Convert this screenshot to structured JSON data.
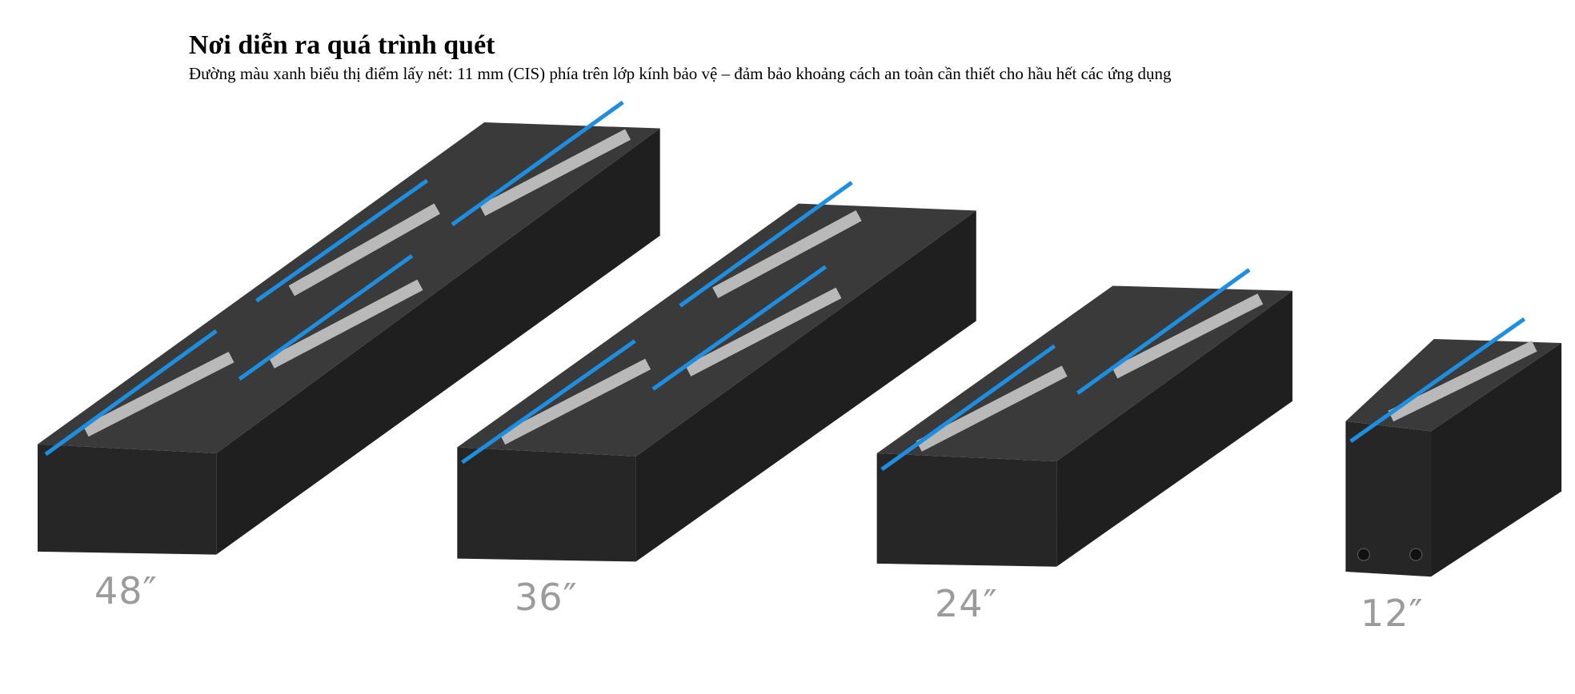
{
  "heading": {
    "title": "Nơi diễn ra quá trình quét",
    "subtitle": "Đường màu xanh biểu thị điểm lấy nét: 11 mm (CIS) phía trên lớp kính bảo vệ – đảm bảo khoảng cách an toàn cần thiết cho hầu hết các ứng dụng"
  },
  "scanners": [
    {
      "size_label": "48″"
    },
    {
      "size_label": "36″"
    },
    {
      "size_label": "24″"
    },
    {
      "size_label": "12″"
    }
  ],
  "colors": {
    "focus_line": "#1e8fe0",
    "body": "#2c2c2c",
    "top": "#3a3a3a",
    "glass": "#b9b9b9",
    "label": "#9b9b9b"
  }
}
